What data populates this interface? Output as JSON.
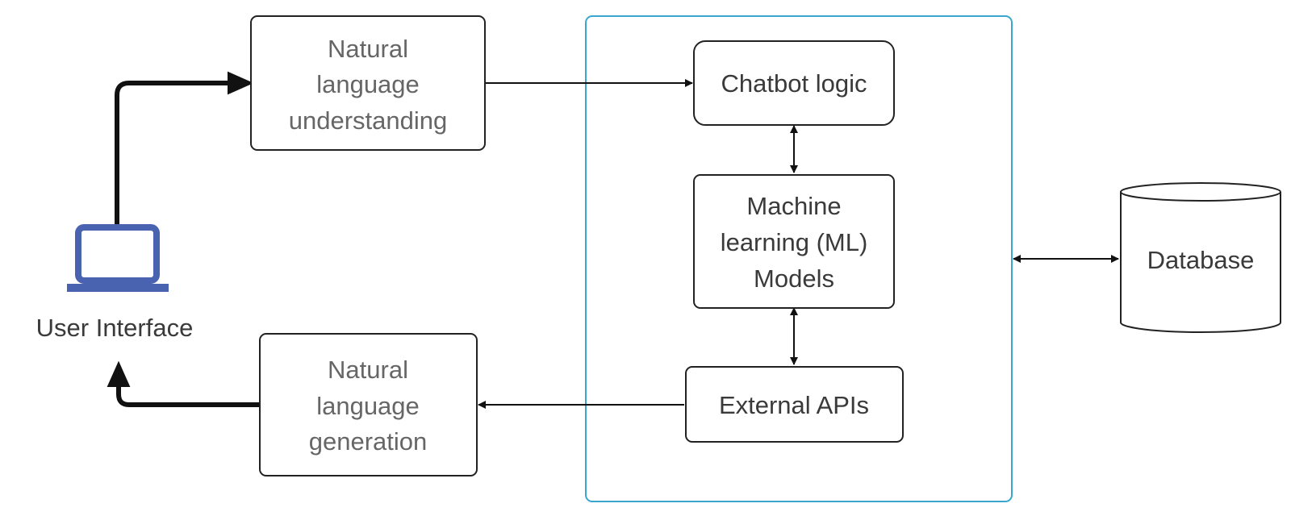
{
  "nodes": {
    "nlu": {
      "lines": [
        "Natural",
        "language",
        "understanding"
      ]
    },
    "chatbot_logic": {
      "lines": [
        "Chatbot logic"
      ]
    },
    "ml_models": {
      "lines": [
        "Machine",
        "learning (ML)",
        "Models"
      ]
    },
    "external_apis": {
      "lines": [
        "External APIs"
      ]
    },
    "nlg": {
      "lines": [
        "Natural",
        "language",
        "generation"
      ]
    },
    "database": {
      "lines": [
        "Database"
      ]
    },
    "user_interface": {
      "lines": [
        "User Interface"
      ]
    }
  },
  "colors": {
    "group_border": "#3aa6cf",
    "laptop_icon": "#4a63b0",
    "edge": "#111111"
  },
  "icons": {
    "user_interface": "laptop-icon",
    "database": "cylinder-database-icon"
  }
}
